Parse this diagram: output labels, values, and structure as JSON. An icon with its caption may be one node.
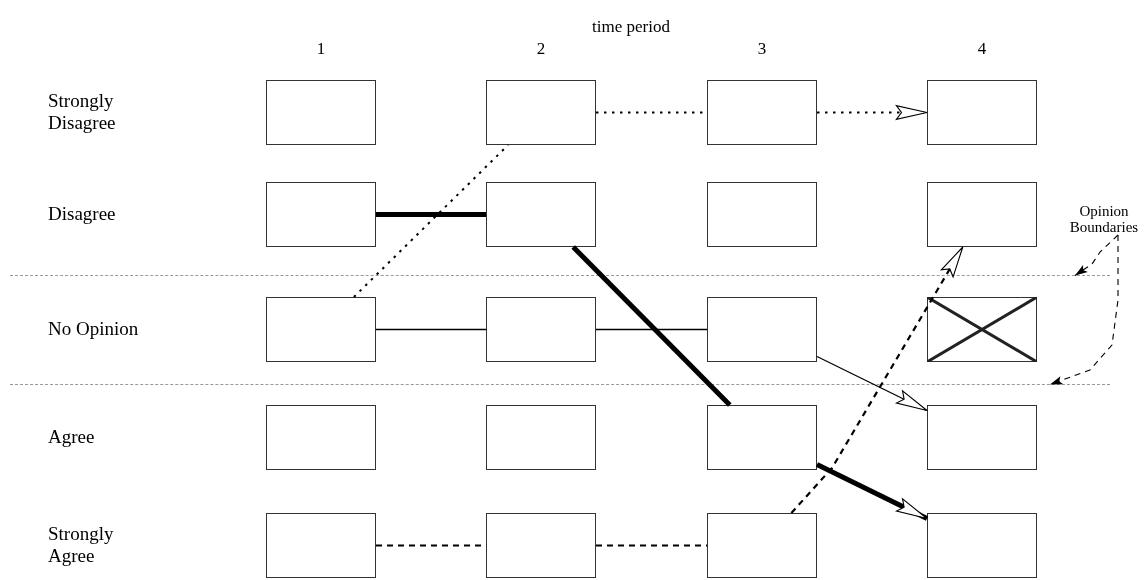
{
  "diagram": {
    "nodes": [
      {
        "text": [],
        "shape": "box"
      },
      {
        "text": [],
        "shape": "box"
      },
      {
        "text": [],
        "shape": "box"
      },
      {
        "text": [],
        "shape": "box"
      },
      {
        "text": [],
        "shape": "box"
      },
      {
        "text": [],
        "shape": "box"
      },
      {
        "text": [],
        "shape": "box"
      },
      {
        "text": [],
        "shape": "box"
      },
      {
        "text": [],
        "shape": "box"
      },
      {
        "text": [],
        "shape": "box"
      },
      {
        "text": [],
        "shape": "box"
      },
      {
        "text": [],
        "shape": "box"
      },
      {
        "text": [],
        "shape": "box"
      },
      {
        "text": [],
        "shape": "box"
      },
      {
        "text": [],
        "shape": "box"
      },
      {
        "text": [],
        "shape": "box"
      },
      {
        "text": [],
        "shape": "box"
      },
      {
        "text": [],
        "shape": "box"
      },
      {
        "text": [],
        "shape": "box"
      },
      {
        "text": [],
        "shape": "box"
      },
      {
        "text": [
          "Opinion Boundaries"
        ]
      },
      {
        "text": [],
        "shape": "line"
      },
      {
        "text": [],
        "shape": "line"
      }
    ],
    "edges": [
      {
        "from": 8,
        "to": 1,
        "arrow": "none",
        "style": "dashed"
      },
      {
        "from": 1,
        "to": 2,
        "arrow": "none",
        "style": "dashed"
      },
      {
        "from": 2,
        "to": 3,
        "arrow": "to",
        "style": "dashed"
      },
      {
        "from": 4,
        "to": 5,
        "arrow": "none",
        "style": "thick"
      },
      {
        "from": 5,
        "to": 14,
        "arrow": "none",
        "style": "thick"
      },
      {
        "from": 14,
        "to": 19,
        "arrow": "to",
        "style": "thick"
      },
      {
        "from": 8,
        "to": 9,
        "arrow": "none"
      },
      {
        "from": 9,
        "to": 10,
        "arrow": "none"
      },
      {
        "from": 10,
        "to": 15,
        "arrow": "to"
      },
      {
        "from": 16,
        "to": 17,
        "arrow": "none",
        "style": "dashed"
      },
      {
        "from": 17,
        "to": 18,
        "arrow": "none",
        "style": "dashed"
      },
      {
        "from": 18,
        "to": 7,
        "arrow": "to",
        "style": "dashed"
      },
      {
        "from": 20,
        "to": 21,
        "arrow": "to",
        "style": "dashed"
      },
      {
        "from": 20,
        "to": 22,
        "arrow": "to",
        "style": "dashed"
      }
    ],
    "labels": [
      "time period",
      "1",
      "2",
      "3",
      "4",
      "Strongly Disagree",
      "Disagree",
      "No Opinion",
      "Agree",
      "Strongly Agree"
    ]
  }
}
